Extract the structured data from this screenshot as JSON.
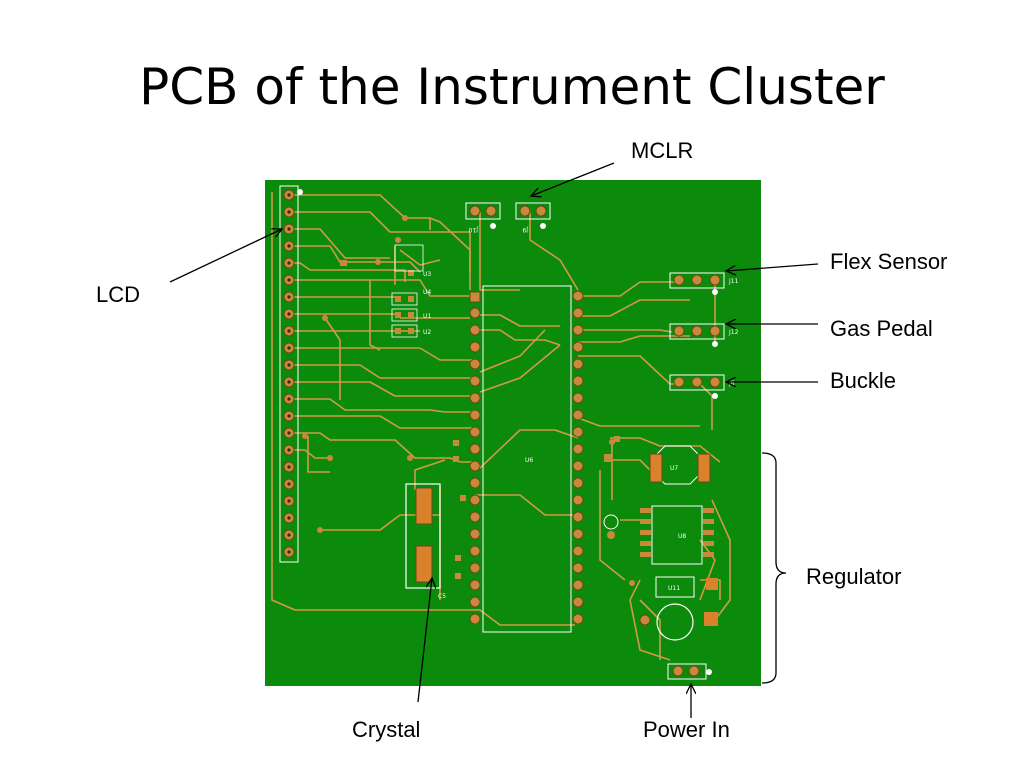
{
  "slide": {
    "title": "PCB of the Instrument Cluster"
  },
  "callouts": {
    "mclr": "MCLR",
    "lcd": "LCD",
    "flex_sensor": "Flex Sensor",
    "gas_pedal": "Gas Pedal",
    "buckle": "Buckle",
    "regulator": "Regulator",
    "crystal": "Crystal",
    "power_in": "Power In"
  },
  "pcb": {
    "board_color": "#0b8a0b",
    "trace_color": "#d29a48",
    "pad_color": "#c9893a",
    "silkscreen_color": "#ffffff",
    "silkscreen_labels": [
      "J10",
      "J9",
      "J11",
      "J12",
      "J8",
      "U3",
      "U4",
      "U2",
      "U1",
      "U6",
      "U8",
      "U11",
      "U7",
      "C5"
    ]
  }
}
